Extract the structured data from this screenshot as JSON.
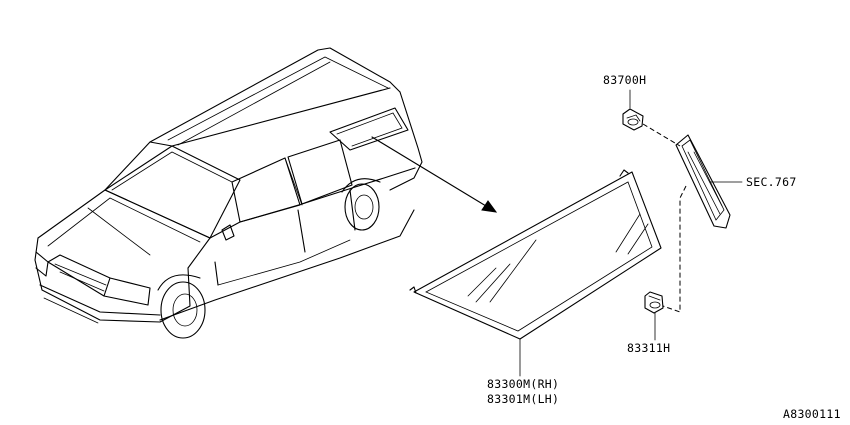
{
  "labels": {
    "clip_top": "83700H",
    "section_ref": "SEC.767",
    "clip_bottom": "83311H",
    "glass_rh": "83300M(RH)",
    "glass_lh": "83301M(LH)",
    "figure_code": "A8300111"
  }
}
